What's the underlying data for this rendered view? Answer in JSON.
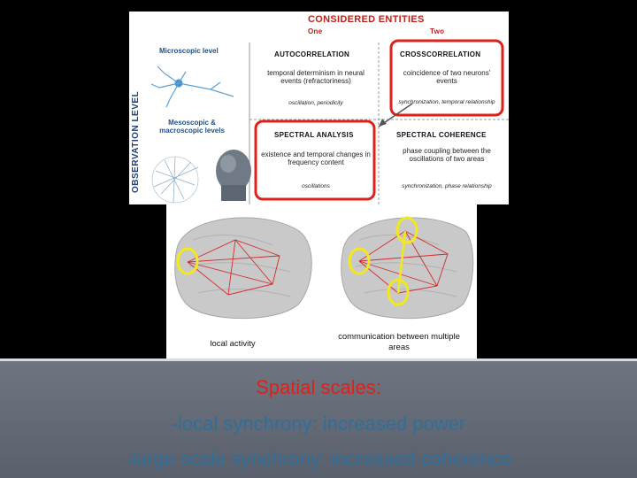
{
  "table": {
    "header": "CONSIDERED ENTITIES",
    "col_one": "One",
    "col_two": "Two",
    "side_label": "OBSERVATION LEVEL",
    "micro_label": "Microscopic level",
    "meso_label": "Mesoscopic & macroscopic levels",
    "autocorrelation": {
      "title": "AUTOCORRELATION",
      "desc": "temporal determinism in neural events (refractoriness)",
      "note": "oscillation, periodicity"
    },
    "crosscorrelation": {
      "title": "CROSSCORRELATION",
      "desc": "coincidence of two neurons' events",
      "note": "synchronization, temporal relationship"
    },
    "spectral_analysis": {
      "title": "SPECTRAL ANALYSIS",
      "desc": "existence and temporal changes in frequency content",
      "note": "oscillations"
    },
    "spectral_coherence": {
      "title": "SPECTRAL COHERENCE",
      "desc": "phase coupling between the oscillations of two areas",
      "note": "synchronization, phase relationship"
    },
    "highlight_color": "#e0201a"
  },
  "brains": {
    "left_label": "local activity",
    "right_label": "communication between multiple areas",
    "marker_color": "#f2e81c",
    "link_color": "#d42a2a"
  },
  "caption": {
    "title": "Spatial scales:",
    "line1": "-local synchrony: increased power",
    "line2": "-large scale synchrony: increased coherence"
  }
}
